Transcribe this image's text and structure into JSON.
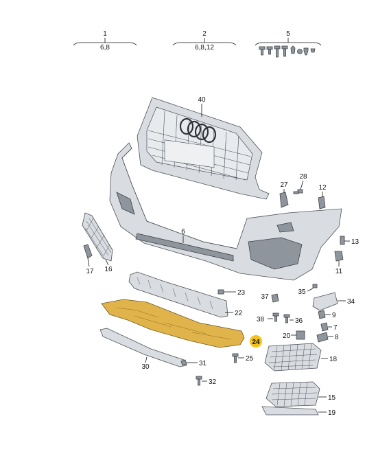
{
  "diagram": {
    "kit_labels": [
      {
        "number": "1",
        "refs": "6,8"
      },
      {
        "number": "2",
        "refs": "6,8,12"
      },
      {
        "number": "5",
        "refs": ""
      }
    ],
    "callouts": {
      "c40": "40",
      "c28": "28",
      "c27": "27",
      "c12": "12",
      "c6": "6",
      "c13": "13",
      "c11": "11",
      "c17": "17",
      "c16": "16",
      "c23": "23",
      "c22": "22",
      "c37": "37",
      "c35": "35",
      "c34": "34",
      "c38": "38",
      "c36": "36",
      "c9": "9",
      "c7": "7",
      "c20": "20",
      "c8": "8",
      "c24": "24",
      "c25": "25",
      "c18": "18",
      "c30": "30",
      "c31": "31",
      "c32": "32",
      "c15": "15",
      "c19": "19"
    },
    "highlight_color": "#f3c21a",
    "underbody_color": "#e0b44a"
  }
}
